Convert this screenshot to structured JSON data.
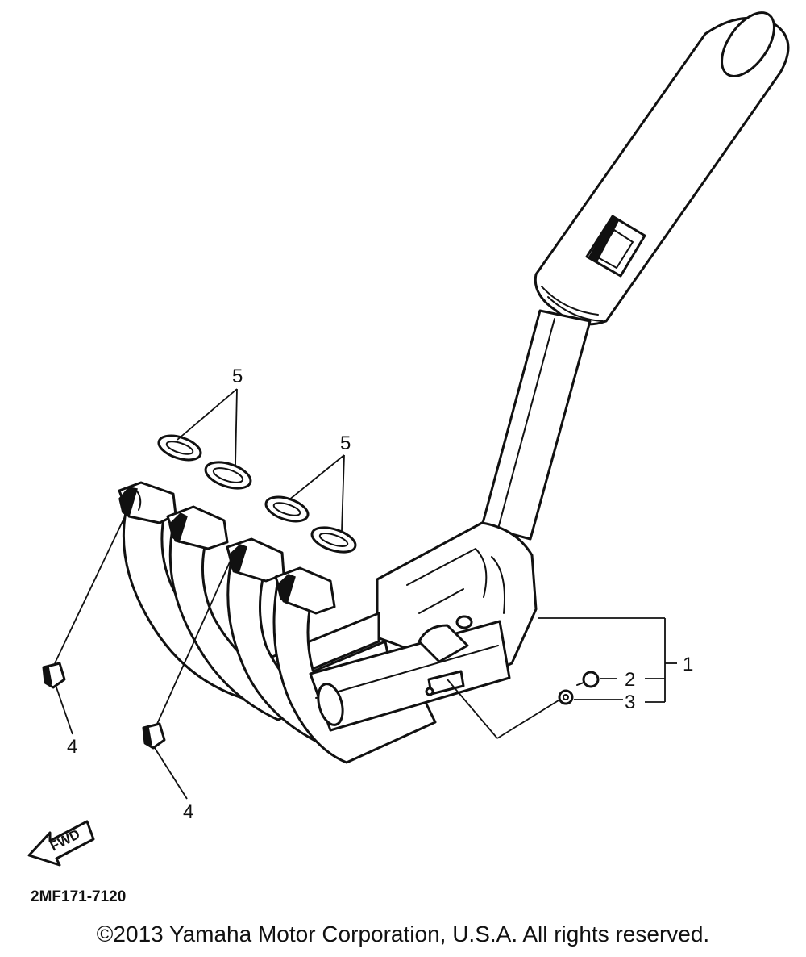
{
  "diagram": {
    "code": "2MF171-7120",
    "fwd_label": "FWD",
    "callouts": {
      "c1": "1",
      "c2": "2",
      "c3": "3",
      "c4a": "4",
      "c4b": "4",
      "c5a": "5",
      "c5b": "5"
    }
  },
  "footer": {
    "copyright": "©2013 Yamaha Motor Corporation, U.S.A. All rights reserved."
  }
}
